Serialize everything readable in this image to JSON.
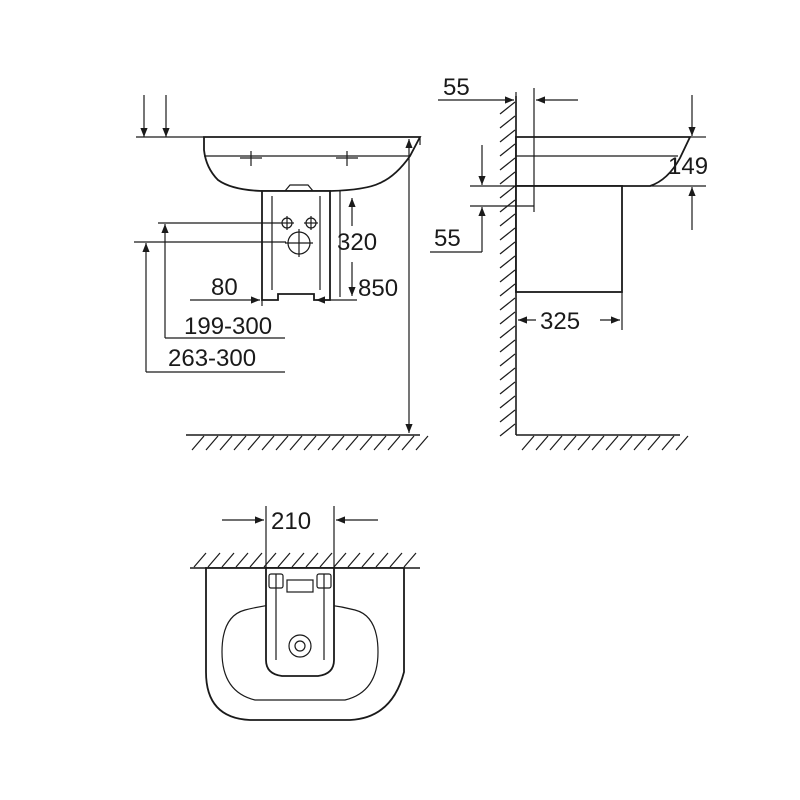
{
  "dimensions": {
    "front_fixing_offset": "80",
    "front_inlet_range": "199-300",
    "front_outlet_range": "263-300",
    "front_pedestal_height": "320",
    "front_total_height": "850",
    "side_wall_offset_top": "55",
    "side_wall_offset_bottom": "55",
    "side_basin_height": "149",
    "side_pedestal_depth": "325",
    "top_pedestal_width": "210"
  }
}
